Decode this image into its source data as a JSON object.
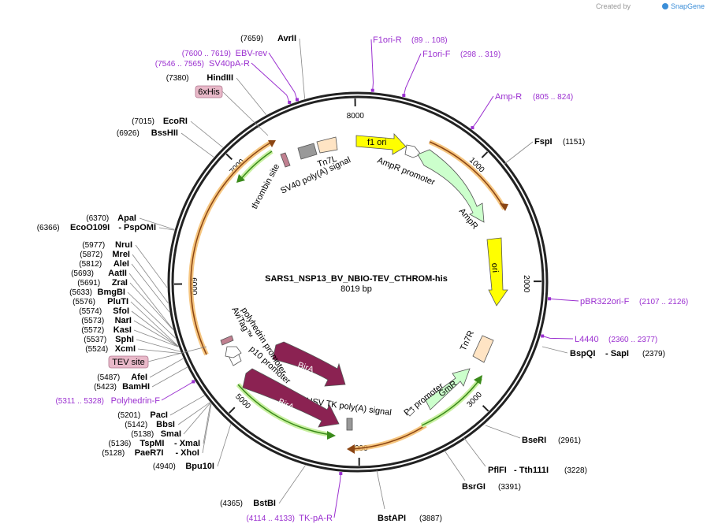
{
  "credit": {
    "text": "Created by",
    "brand": "SnapGene",
    "brand_color": "#3b8ed8"
  },
  "plasmid": {
    "name": "SARS1_NSP13_BV_NBIO-TEV_CTHROM-his",
    "size_label": "8019 bp",
    "length": 8019
  },
  "ticks": [
    "1000",
    "2000",
    "3000",
    "4000",
    "5000",
    "6000",
    "7000",
    "8000"
  ],
  "tick_positions": [
    1000,
    2000,
    3000,
    4000,
    5000,
    6000,
    7000,
    8000
  ],
  "sites_right": [
    {
      "name": "FspI",
      "pos": "(1151)",
      "bp": 1151
    },
    {
      "name": "BspQI",
      "extra": "- SapI",
      "pos": "(2379)",
      "bp": 2379
    },
    {
      "name": "BseRI",
      "pos": "(2961)",
      "bp": 2961
    },
    {
      "name": "PflFI",
      "extra": "- Tth111I",
      "pos": "(3228)",
      "bp": 3228
    },
    {
      "name": "BsrGI",
      "pos": "(3391)",
      "bp": 3391
    },
    {
      "name": "BstAPI",
      "pos": "(3887)",
      "bp": 3887
    }
  ],
  "sites_left": [
    {
      "name": "AvrII",
      "pos": "(7659)",
      "bp": 7659
    },
    {
      "name": "HindIII",
      "pos": "(7380)",
      "bp": 7380
    },
    {
      "name": "EcoRI",
      "pos": "(7015)",
      "bp": 7015
    },
    {
      "name": "BssHII",
      "pos": "(6926)",
      "bp": 6926
    },
    {
      "name": "ApaI",
      "pos": "(6370)",
      "bp": 6370
    },
    {
      "name": "EcoO109I",
      "extra": "- PspOMI",
      "pos": "(6366)",
      "bp": 6366
    },
    {
      "name": "NruI",
      "pos": "(5977)",
      "bp": 5977
    },
    {
      "name": "MreI",
      "pos": "(5872)",
      "bp": 5872
    },
    {
      "name": "AleI",
      "pos": "(5812)",
      "bp": 5812
    },
    {
      "name": "AatII",
      "pos": "(5693)",
      "bp": 5693
    },
    {
      "name": "ZraI",
      "pos": "(5691)",
      "bp": 5691
    },
    {
      "name": "BmgBI",
      "pos": "(5633)",
      "bp": 5633
    },
    {
      "name": "PluTI",
      "pos": "(5576)",
      "bp": 5576
    },
    {
      "name": "SfoI",
      "pos": "(5574)",
      "bp": 5574
    },
    {
      "name": "NarI",
      "pos": "(5573)",
      "bp": 5573
    },
    {
      "name": "KasI",
      "pos": "(5572)",
      "bp": 5572
    },
    {
      "name": "SphI",
      "pos": "(5537)",
      "bp": 5537
    },
    {
      "name": "XcmI",
      "pos": "(5524)",
      "bp": 5524
    },
    {
      "name": "AfeI",
      "pos": "(5487)",
      "bp": 5487
    },
    {
      "name": "BamHI",
      "pos": "(5423)",
      "bp": 5423
    },
    {
      "name": "PacI",
      "pos": "(5201)",
      "bp": 5201
    },
    {
      "name": "BbsI",
      "pos": "(5142)",
      "bp": 5142
    },
    {
      "name": "SmaI",
      "pos": "(5138)",
      "bp": 5138
    },
    {
      "name": "TspMI",
      "extra": "- XmaI",
      "pos": "(5136)",
      "bp": 5136
    },
    {
      "name": "PaeR7I",
      "extra": "- XhoI",
      "pos": "(5128)",
      "bp": 5128
    },
    {
      "name": "Bpu10I",
      "pos": "(4940)",
      "bp": 4940
    },
    {
      "name": "BstBI",
      "pos": "(4365)",
      "bp": 4365
    }
  ],
  "primers": [
    {
      "name": "F1ori-R",
      "range": "(89 .. 108)",
      "bp": 98
    },
    {
      "name": "F1ori-F",
      "range": "(298 .. 319)",
      "bp": 308
    },
    {
      "name": "Amp-R",
      "range": "(805 .. 824)",
      "bp": 815
    },
    {
      "name": "pBR322ori-F",
      "range": "(2107 .. 2126)",
      "bp": 2116
    },
    {
      "name": "L4440",
      "range": "(2360 .. 2377)",
      "bp": 2368
    },
    {
      "name": "TK-pA-R",
      "range": "(4114 .. 4133)",
      "bp": 4123
    },
    {
      "name": "Polyhedrin-F",
      "range": "(5311 .. 5328)",
      "bp": 5319
    },
    {
      "name": "SV40pA-R",
      "range": "(7546 .. 7565)",
      "bp": 7555
    },
    {
      "name": "EBV-rev",
      "range": "(7600 .. 7619)",
      "bp": 7609
    }
  ],
  "boxed_features": [
    {
      "name": "6xHis"
    },
    {
      "name": "TEV site"
    }
  ],
  "features": [
    {
      "name": "f1 ori",
      "color": "#ffff00"
    },
    {
      "name": "AmpR promoter",
      "color": "#ffffff"
    },
    {
      "name": "AmpR",
      "color": "#ccffcc"
    },
    {
      "name": "ori",
      "color": "#ffff00"
    },
    {
      "name": "Tn7R",
      "color": "#ffe4c4"
    },
    {
      "name": "GmR",
      "color": "#ccffcc"
    },
    {
      "name": "Pc promoter",
      "color": "#ffffff"
    },
    {
      "name": "HSV TK poly(A) signal",
      "color": "#999999"
    },
    {
      "name": "BirA",
      "color": "#8b2252"
    },
    {
      "name": "BirA",
      "color": "#8b2252"
    },
    {
      "name": "p10 promoter",
      "color": "#ffffff"
    },
    {
      "name": "polyhedrin promoter",
      "color": "#ffffff"
    },
    {
      "name": "AviTag™",
      "color": "#c08090"
    },
    {
      "name": "thrombin site",
      "color": "#c08090"
    },
    {
      "name": "SV40 poly(A) signal",
      "color": "#999999"
    },
    {
      "name": "Tn7L",
      "color": "#ffe4c4"
    }
  ],
  "colors": {
    "primer": "#9b30d0",
    "orf_arc": "#f4b860",
    "orf_arrow": "#8b4513",
    "green_arc": "#5aa02c"
  }
}
